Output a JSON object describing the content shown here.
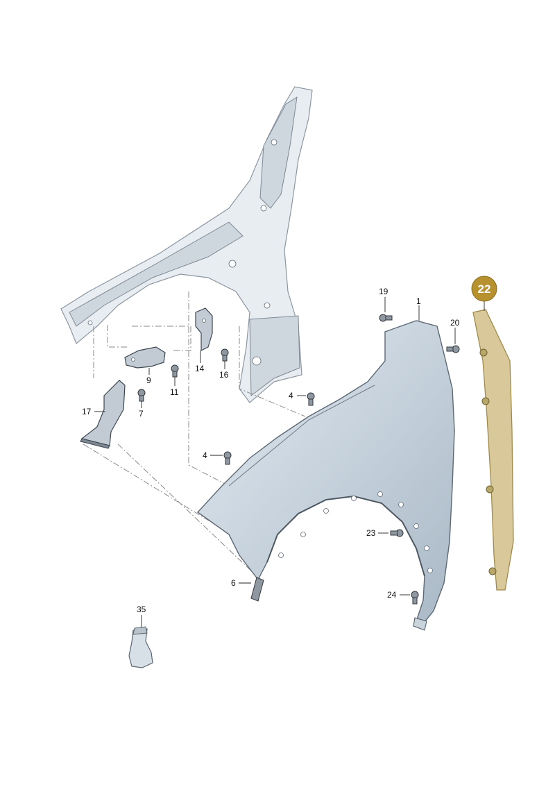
{
  "colors": {
    "highlight_badge": "#b8912f",
    "seal_fill": "#d9c99a",
    "fender_light": "#e3ebf2",
    "fender_dark": "#a9b8c6"
  },
  "callouts": {
    "p1": "1",
    "p4a": "4",
    "p4b": "4",
    "p6": "6",
    "p7": "7",
    "p9": "9",
    "p11": "11",
    "p14": "14",
    "p16": "16",
    "p17": "17",
    "p19": "19",
    "p20": "20",
    "p22": "22",
    "p23": "23",
    "p24": "24",
    "p35": "35"
  },
  "highlighted_part": "22"
}
